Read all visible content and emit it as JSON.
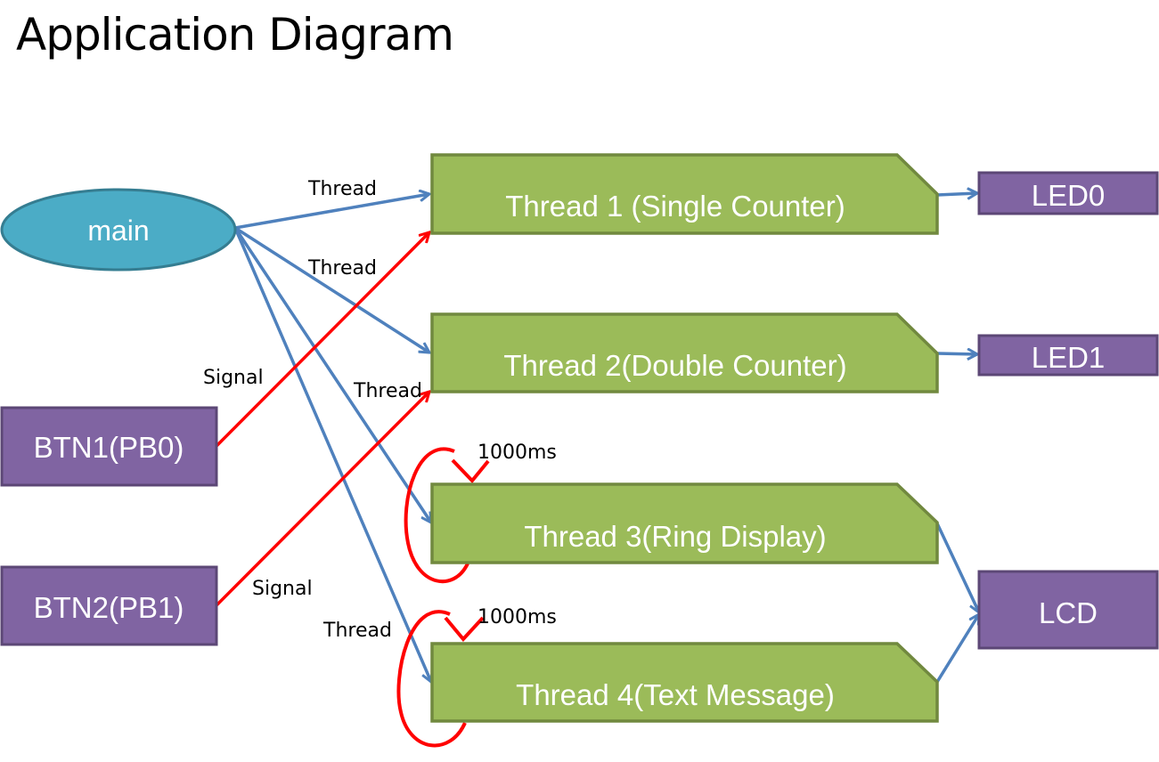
{
  "title": "Application Diagram",
  "colors": {
    "main_fill": "#4BACC6",
    "main_stroke": "#357D91",
    "thread_fill": "#9BBB59",
    "thread_stroke": "#71893F",
    "io_fill": "#8064A2",
    "io_stroke": "#5C4776",
    "edge_thread": "#4F81BD",
    "edge_signal": "#FF0000"
  },
  "nodes": {
    "main": {
      "label": "main",
      "shape": "ellipse"
    },
    "btn1": {
      "label": "BTN1(PB0)",
      "shape": "rect"
    },
    "btn2": {
      "label": "BTN2(PB1)",
      "shape": "rect"
    },
    "thread1": {
      "label": "Thread 1 (Single Counter)",
      "shape": "snipped-rect"
    },
    "thread2": {
      "label": "Thread 2(Double Counter)",
      "shape": "snipped-rect"
    },
    "thread3": {
      "label": "Thread 3(Ring Display)",
      "shape": "snipped-rect"
    },
    "thread4": {
      "label": "Thread 4(Text Message)",
      "shape": "snipped-rect"
    },
    "led0": {
      "label": "LED0",
      "shape": "rect"
    },
    "led1": {
      "label": "LED1",
      "shape": "rect"
    },
    "lcd": {
      "label": "LCD",
      "shape": "rect"
    }
  },
  "edges": [
    {
      "from": "main",
      "to": "thread1",
      "type": "thread",
      "label": "Thread"
    },
    {
      "from": "main",
      "to": "thread2",
      "type": "thread",
      "label": "Thread"
    },
    {
      "from": "main",
      "to": "thread3",
      "type": "thread",
      "label": "Thread"
    },
    {
      "from": "main",
      "to": "thread4",
      "type": "thread",
      "label": "Thread"
    },
    {
      "from": "btn1",
      "to": "thread1",
      "type": "signal",
      "label": "Signal"
    },
    {
      "from": "btn2",
      "to": "thread2",
      "type": "signal",
      "label": "Signal"
    },
    {
      "from": "thread1",
      "to": "led0",
      "type": "thread",
      "label": ""
    },
    {
      "from": "thread2",
      "to": "led1",
      "type": "thread",
      "label": ""
    },
    {
      "from": "thread3",
      "to": "lcd",
      "type": "thread",
      "label": ""
    },
    {
      "from": "thread4",
      "to": "lcd",
      "type": "thread",
      "label": ""
    },
    {
      "from": "thread3",
      "to": "thread3",
      "type": "timer-loop",
      "label": "1000ms"
    },
    {
      "from": "thread4",
      "to": "thread4",
      "type": "timer-loop",
      "label": "1000ms"
    }
  ]
}
